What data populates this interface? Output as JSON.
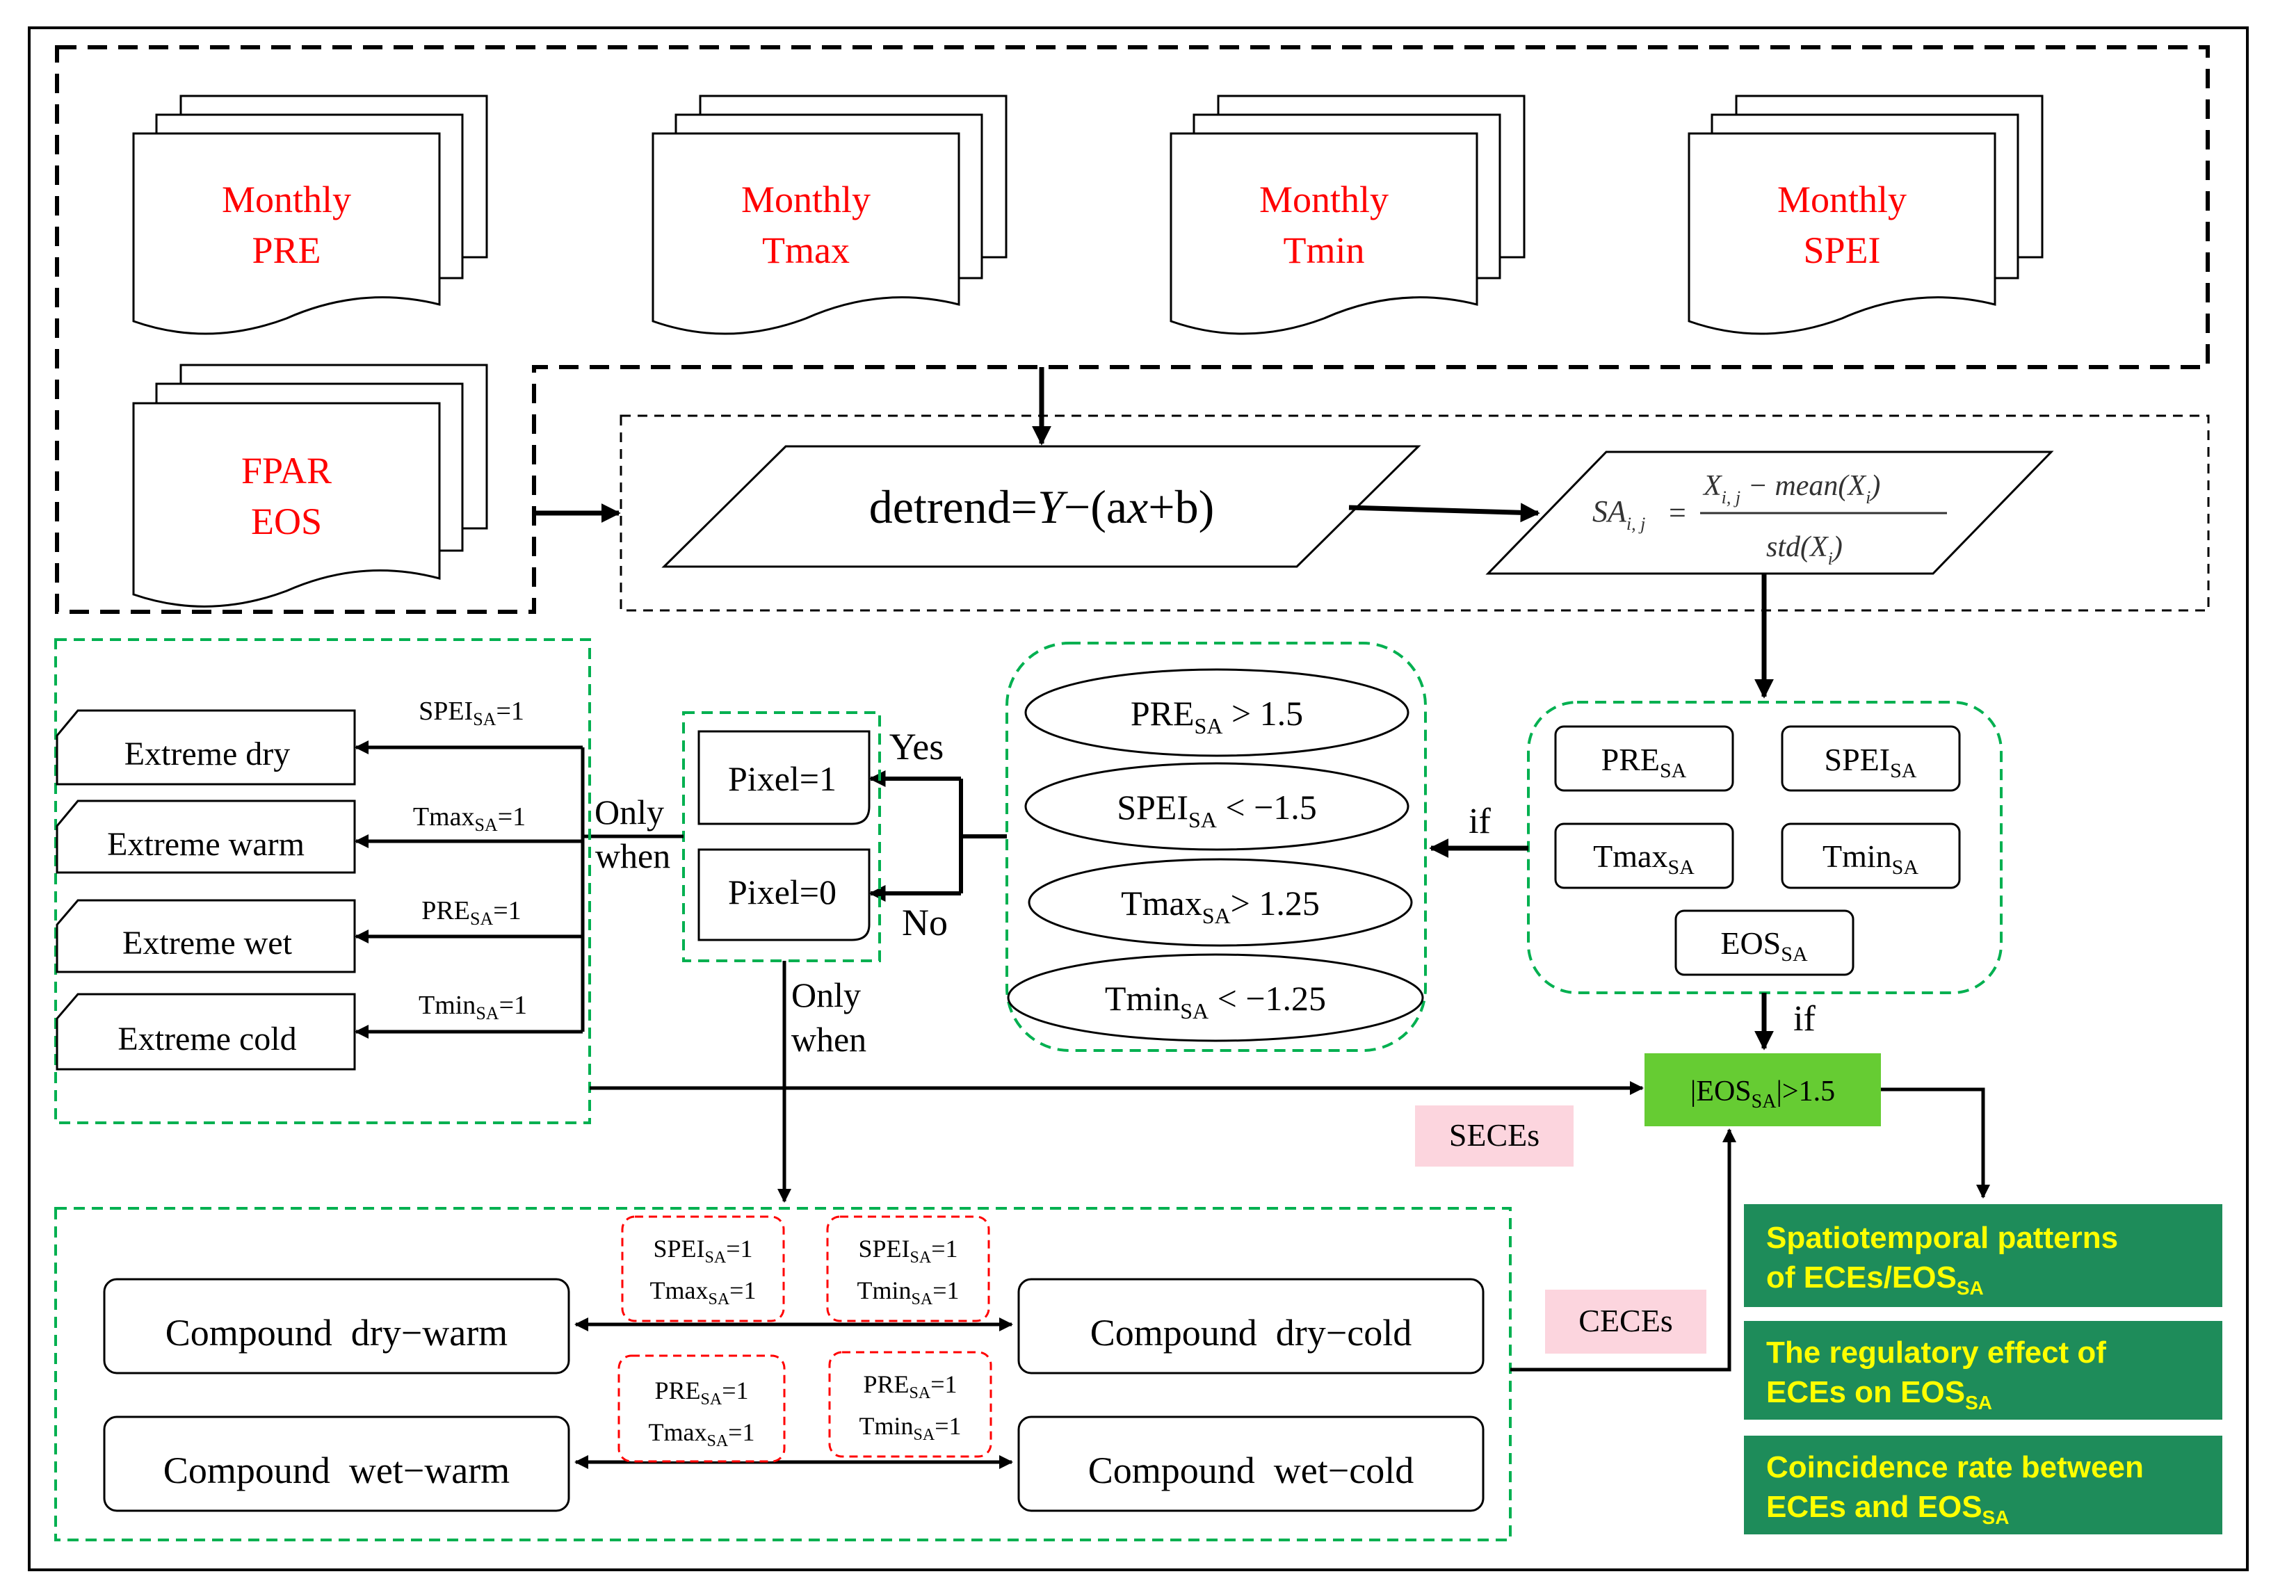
{
  "docs": {
    "pre": [
      "Monthly",
      "PRE"
    ],
    "tmax": [
      "Monthly",
      "Tmax"
    ],
    "tmin": [
      "Monthly",
      "Tmin"
    ],
    "spei": [
      "Monthly",
      "SPEI"
    ],
    "fpar": [
      "FPAR",
      "EOS"
    ]
  },
  "detrend": {
    "prefix": "detrend=",
    "y": "Y",
    "mid": "−(a",
    "x": "x",
    "suffix": "+b)"
  },
  "sa_formula": {
    "lhs": "SA",
    "lhs_sub": "i, j",
    "eq": "=",
    "num": "X",
    "num_sub": "i, j",
    "num_rest": " − mean(X",
    "num_rest_sub": "i",
    "den": "std(X",
    "den_sub": "i",
    "close": ")"
  },
  "sa_vars": {
    "pre": {
      "base": "PRE",
      "sub": "SA"
    },
    "spei": {
      "base": "SPEI",
      "sub": "SA"
    },
    "tmax": {
      "base": "Tmax",
      "sub": "SA"
    },
    "tmin": {
      "base": "Tmin",
      "sub": "SA"
    },
    "eos": {
      "base": "EOS",
      "sub": "SA"
    }
  },
  "thresholds": [
    {
      "base": "PRE",
      "sub": "SA",
      "rest": " > 1.5"
    },
    {
      "base": "SPEI",
      "sub": "SA",
      "rest": " < −1.5"
    },
    {
      "base": "Tmax",
      "sub": "SA",
      "rest": "> 1.25"
    },
    {
      "base": "Tmin",
      "sub": "SA",
      "rest": " < −1.25"
    }
  ],
  "pixel": {
    "one": "Pixel=1",
    "zero": "Pixel=0",
    "yes": "Yes",
    "no": "No"
  },
  "only_when": [
    "Only",
    "when"
  ],
  "if_label": "if",
  "extremes": [
    {
      "label": "Extreme dry",
      "cond_base": "SPEI",
      "cond_sub": "SA",
      "cond_rest": "=1"
    },
    {
      "label": "Extreme warm",
      "cond_base": "Tmax",
      "cond_sub": "SA",
      "cond_rest": "=1"
    },
    {
      "label": "Extreme wet",
      "cond_base": "PRE",
      "cond_sub": "SA",
      "cond_rest": "=1"
    },
    {
      "label": "Extreme cold",
      "cond_base": "Tmin",
      "cond_sub": "SA",
      "cond_rest": "=1"
    }
  ],
  "eos_check": {
    "prefix": "|EOS",
    "sub": "SA",
    "suffix": "|>1.5"
  },
  "seces": "SECEs",
  "ceces": "CECEs",
  "compound": {
    "dry_warm": "Compound  dry−warm",
    "dry_cold": "Compound  dry−cold",
    "wet_warm": "Compound  wet−warm",
    "wet_cold": "Compound  wet−cold"
  },
  "compound_conds": [
    [
      {
        "b": "SPEI",
        "s": "SA",
        "r": "=1"
      },
      {
        "b": "Tmax",
        "s": "SA",
        "r": "=1"
      }
    ],
    [
      {
        "b": "SPEI",
        "s": "SA",
        "r": "=1"
      },
      {
        "b": "Tmin",
        "s": "SA",
        "r": "=1"
      }
    ],
    [
      {
        "b": "PRE",
        "s": "SA",
        "r": "=1"
      },
      {
        "b": "Tmax",
        "s": "SA",
        "r": "=1"
      }
    ],
    [
      {
        "b": "PRE",
        "s": "SA",
        "r": "=1"
      },
      {
        "b": "Tmin",
        "s": "SA",
        "r": "=1"
      }
    ]
  ],
  "outputs": [
    {
      "line1": "Spatiotemporal patterns",
      "line2": "of ECEs/EOS",
      "sub": "SA"
    },
    {
      "line1": "The regulatory effect of",
      "line2": "ECEs on EOS",
      "sub": "SA"
    },
    {
      "line1": "Coincidence rate between",
      "line2": "ECEs and EOS",
      "sub": "SA"
    }
  ],
  "colors": {
    "doc_text": "#ff0000",
    "dash_green": "#00b050",
    "dash_red": "#ff0000",
    "eos_box": "#66cc33",
    "output_box": "#1e8c5a",
    "output_text": "#ffff00",
    "pink": "#fcd5de"
  }
}
